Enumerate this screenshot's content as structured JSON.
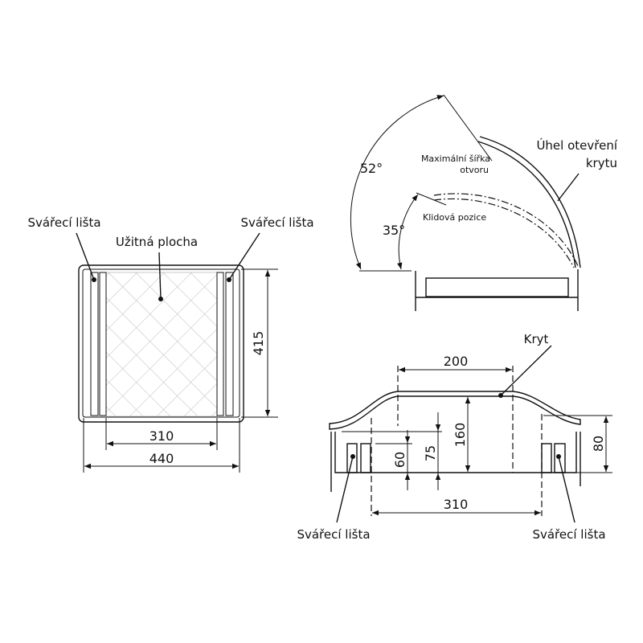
{
  "plan_view": {
    "label_left_strip": "Svářecí lišta",
    "label_right_strip": "Svářecí lišta",
    "label_usable_area": "Užitná plocha",
    "dim_height": "415",
    "dim_inner_width": "310",
    "dim_outer_width": "440"
  },
  "side_view": {
    "angle_max": "52°",
    "angle_rest": "35°",
    "label_max_width_line1": "Maximální šířka",
    "label_max_width_line2": "otvoru",
    "label_rest_position": "Klidová pozice",
    "label_opening_angle_line1": "Úhel otevření",
    "label_opening_angle_line2": "krytu"
  },
  "section_view": {
    "label_cover": "Kryt",
    "label_left_strip": "Svářecí lišta",
    "label_right_strip": "Svářecí lišta",
    "dim_top_width": "200",
    "dim_height_total": "160",
    "dim_75": "75",
    "dim_60": "60",
    "dim_80": "80",
    "dim_bottom_width": "310"
  }
}
